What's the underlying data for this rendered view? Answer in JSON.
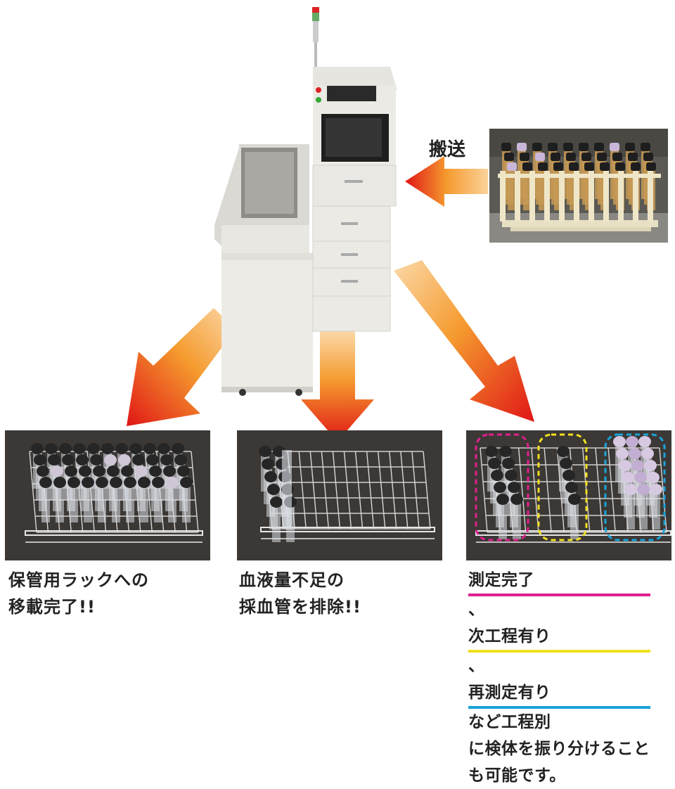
{
  "labels": {
    "transfer": "搬送"
  },
  "captions": {
    "left": {
      "line1": "保管用ラックへの",
      "line2": "移載完了!!"
    },
    "middle": {
      "line1": "血液量不足の",
      "line2": "採血管を排除!!"
    },
    "right": {
      "line1_part1": "測定完了",
      "line1_part2": "、",
      "line1_part3": "次工程有り",
      "line1_part4": "、",
      "line2_part1": "再測定有り",
      "line2_part2": "など工程別",
      "line3": "に検体を振り分けること",
      "line4": "も可能です。"
    }
  },
  "colors": {
    "arrow_start": "#f7a23a",
    "arrow_end": "#e01616",
    "machine": "#ecebe6",
    "photo_bg": "#3c3835",
    "magenta": "#e0208f",
    "yellow": "#f0e020",
    "blue": "#1aa3d9"
  }
}
